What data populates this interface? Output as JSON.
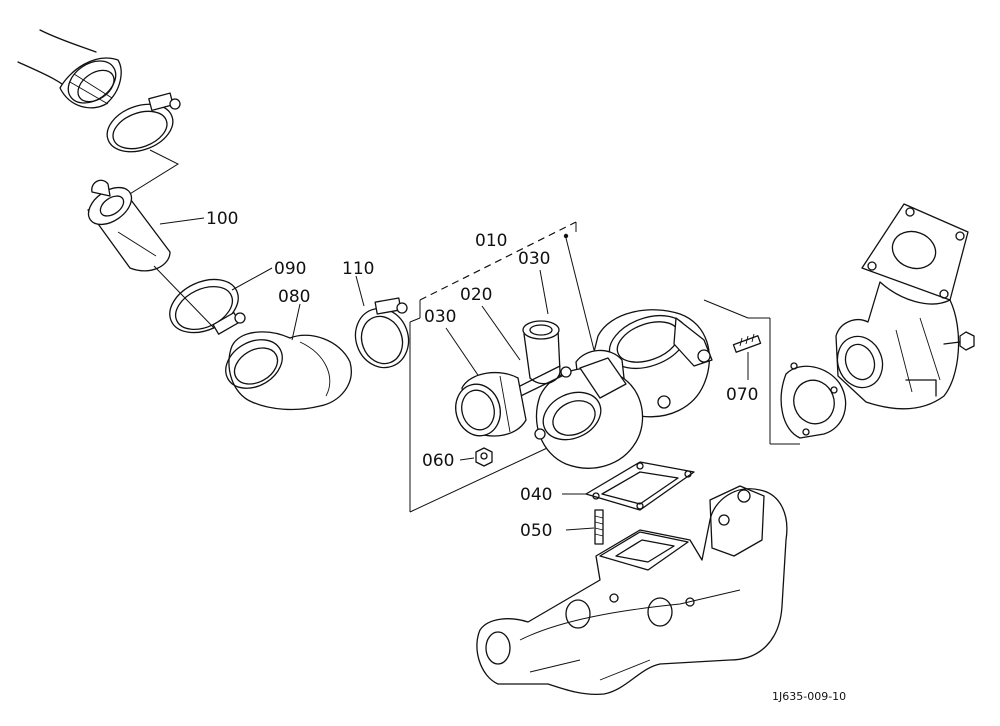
{
  "diagram": {
    "reference_code": "1J635-009-10",
    "callouts": [
      {
        "id": "c-100",
        "label": "100"
      },
      {
        "id": "c-090",
        "label": "090"
      },
      {
        "id": "c-080",
        "label": "080"
      },
      {
        "id": "c-110",
        "label": "110"
      },
      {
        "id": "c-010",
        "label": "010"
      },
      {
        "id": "c-030a",
        "label": "030"
      },
      {
        "id": "c-020",
        "label": "020"
      },
      {
        "id": "c-030b",
        "label": "030"
      },
      {
        "id": "c-070",
        "label": "070"
      },
      {
        "id": "c-060",
        "label": "060"
      },
      {
        "id": "c-040",
        "label": "040"
      },
      {
        "id": "c-050",
        "label": "050"
      }
    ]
  }
}
